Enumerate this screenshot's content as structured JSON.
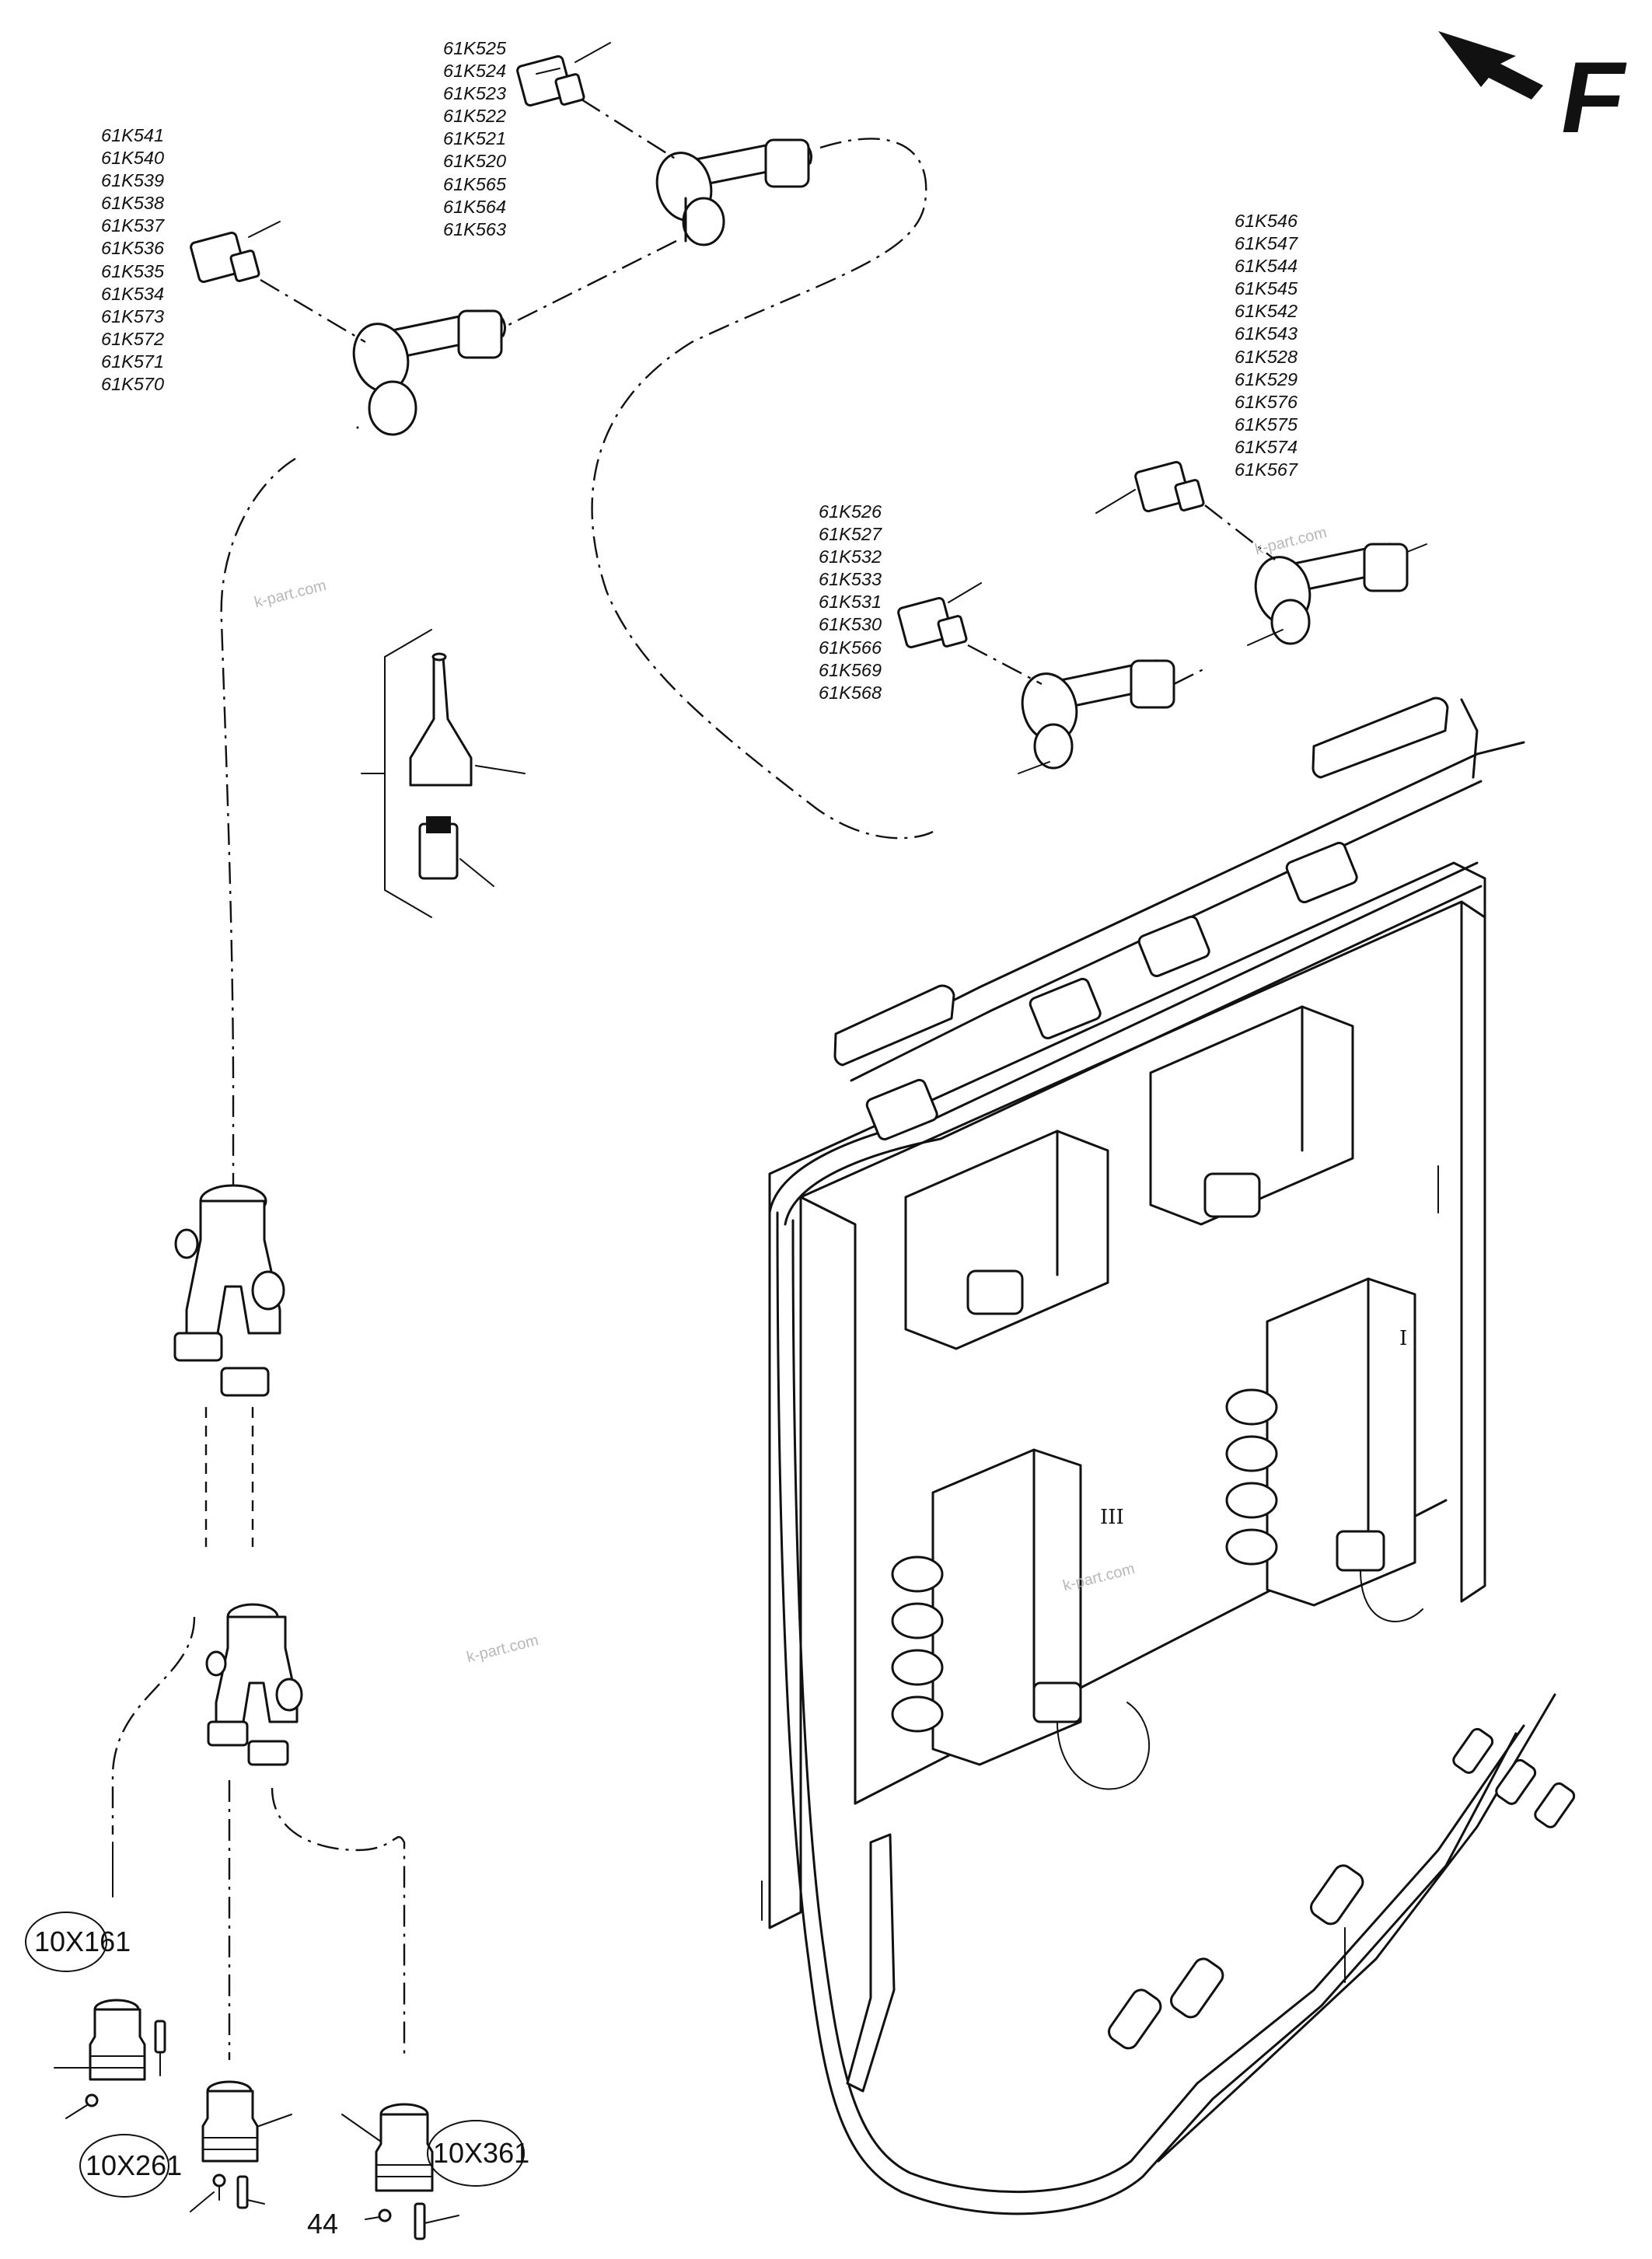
{
  "orientation_mark": {
    "letter": "F",
    "icon": "front-direction-arrow-icon"
  },
  "part_lists": {
    "group_top": [
      "61K525",
      "61K524",
      "61K523",
      "61K522",
      "61K521",
      "61K520",
      "61K565",
      "61K564",
      "61K563"
    ],
    "group_left": [
      "61K541",
      "61K540",
      "61K539",
      "61K538",
      "61K537",
      "61K536",
      "61K535",
      "61K534",
      "61K573",
      "61K572",
      "61K571",
      "61K570"
    ],
    "group_right": [
      "61K546",
      "61K547",
      "61K544",
      "61K545",
      "61K542",
      "61K543",
      "61K528",
      "61K529",
      "61K576",
      "61K575",
      "61K574",
      "61K567"
    ],
    "group_middle": [
      "61K526",
      "61K527",
      "61K532",
      "61K533",
      "61K531",
      "61K530",
      "61K566",
      "61K569",
      "61K568"
    ]
  },
  "connectors": {
    "c1": "10X161",
    "c2": "10X261",
    "c3": "10X361"
  },
  "item_number": "44",
  "watermarks": [
    "k-part.com",
    "k-part.com",
    "k-part.com",
    "k-part.com"
  ]
}
